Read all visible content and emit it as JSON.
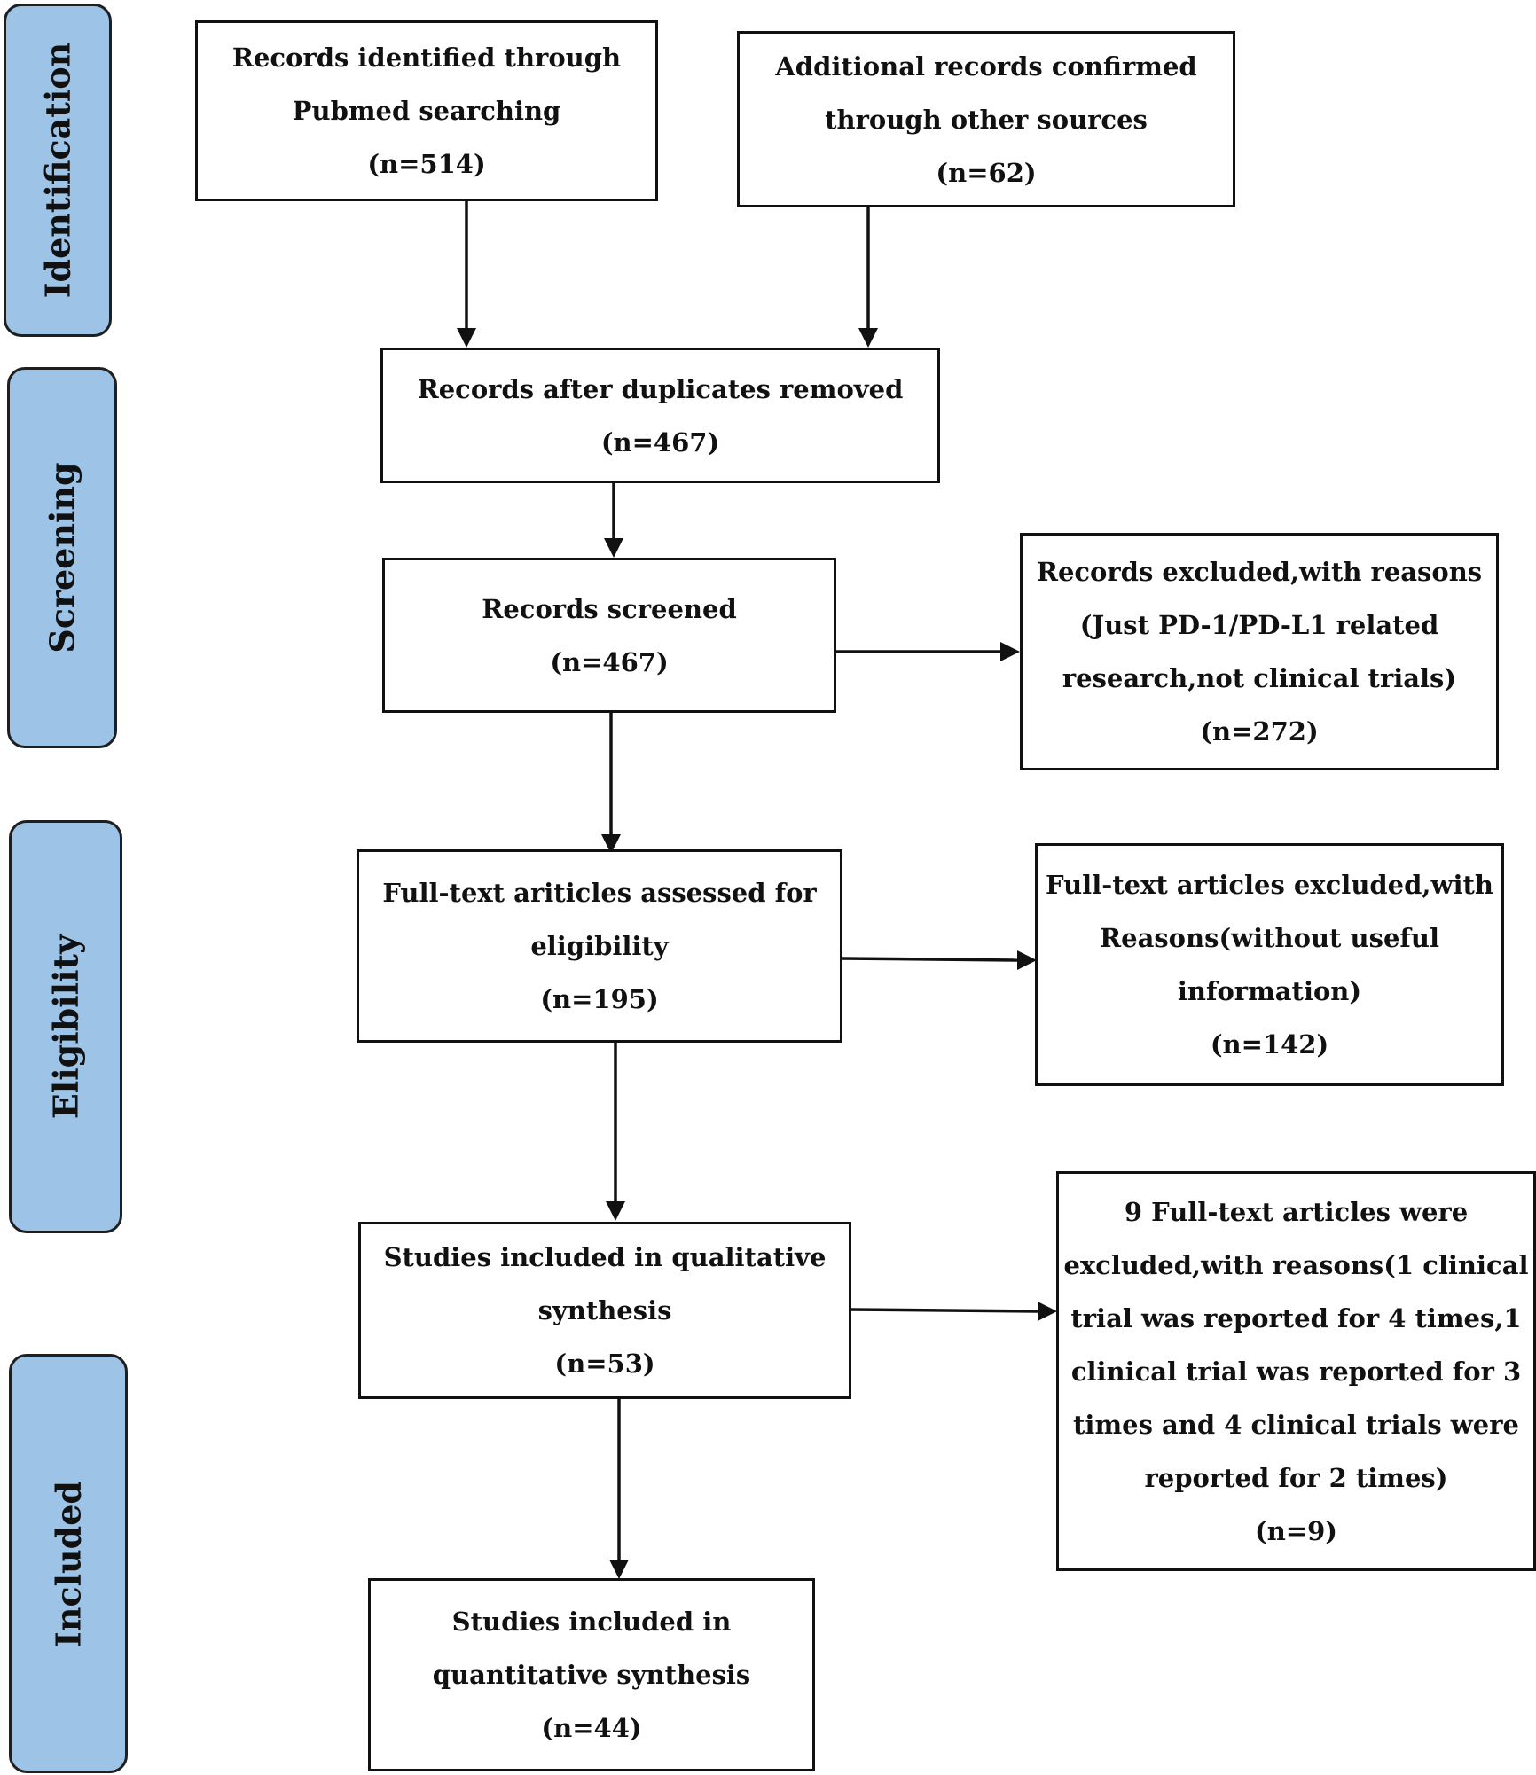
{
  "phases": {
    "identification": "Identification",
    "screening": "Screening",
    "eligibility": "Eligibility",
    "included": "Included"
  },
  "boxes": {
    "pubmed": {
      "line1": "Records identified through",
      "line2": "Pubmed searching",
      "count": "(n=514)"
    },
    "other": {
      "line1": "Additional records confirmed",
      "line2": "through other sources",
      "count": "(n=62)"
    },
    "duplicates": {
      "line1": "Records after duplicates removed",
      "count": "(n=467)"
    },
    "screened": {
      "line1": "Records screened",
      "count": "(n=467)"
    },
    "excluded_records": {
      "line1": "Records excluded,with reasons",
      "line2": "(Just PD-1/PD-L1 related",
      "line3": "research,not clinical trials)",
      "count": "(n=272)"
    },
    "fulltext": {
      "line1": "Full-text ariticles assessed for",
      "line2": "eligibility",
      "count": "(n=195)"
    },
    "excluded_fulltext": {
      "line1": "Full-text articles excluded,with",
      "line2": "Reasons(without useful",
      "line3": "information)",
      "count": "(n=142)"
    },
    "qualitative": {
      "line1": "Studies included in qualitative",
      "line2": "synthesis",
      "count": "(n=53)"
    },
    "excluded_nine": {
      "line1": "9 Full-text articles were",
      "line2": "excluded,with reasons(1 clinical",
      "line3": "trial was reported for 4 times,1",
      "line4": "clinical trial was reported for 3",
      "line5": "times and 4 clinical trials were",
      "line6": "reported for 2 times)",
      "count": "(n=9)"
    },
    "quantitative": {
      "line1": "Studies included in",
      "line2": "quantitative synthesis",
      "count": "(n=44)"
    }
  }
}
